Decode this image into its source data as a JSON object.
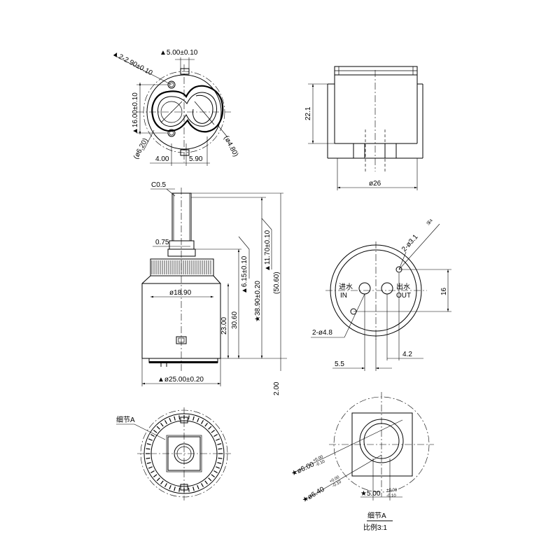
{
  "top_view": {
    "dim_5_00": "▲5.00±0.10",
    "dim_2_290": "▲2-2.90±0.10",
    "dim_16_00": "▲16.00±0.10",
    "dim_d620": "(ø6.20)",
    "dim_d480": "(ø4.80)",
    "dim_4_00": "4.00",
    "dim_5_90": "5.90"
  },
  "side_section": {
    "dim_22_1": "22.1",
    "dim_d26": "ø26"
  },
  "front_view": {
    "chamfer": "C0.5",
    "dim_0_75": "0.75",
    "dim_d18_90": "ø18.90",
    "dim_23_00": "23.00",
    "dim_30_60": "30.60",
    "dim_6_15": "▲6.15±0.10",
    "dim_38_90": "★38.90±0.20",
    "dim_11_70": "▲11.70±0.10",
    "dim_50_60": "(50.60)",
    "dim_2_00": "2.00",
    "dim_d25": "▲ø25.00±0.20"
  },
  "bottom_view": {
    "hole_spec": "2-ø3.1",
    "hole_depth": "深4",
    "inlet_cn": "进水",
    "inlet_en": "IN",
    "outlet_cn": "出水",
    "outlet_en": "OUT",
    "dim_16": "16",
    "dim_2_d48": "2-ø4.8",
    "dim_5_5": "5.5",
    "dim_4_2": "4.2"
  },
  "base_view": {
    "detail_label": "细节A"
  },
  "detail_a": {
    "dim_d6_00": "★ø6.00",
    "tol_d6_00_upper": "+0.00",
    "tol_d6_00_lower": "-0.10",
    "dim_d6_40": "★ø6.40",
    "tol_d6_40_upper": "+0.00",
    "tol_d6_40_lower": "-0.10",
    "dim_5_00": "★5.00",
    "tol_5_00_upper": "+0.00",
    "tol_5_00_lower": "-0.10",
    "title": "细节A",
    "scale": "比例3:1"
  }
}
